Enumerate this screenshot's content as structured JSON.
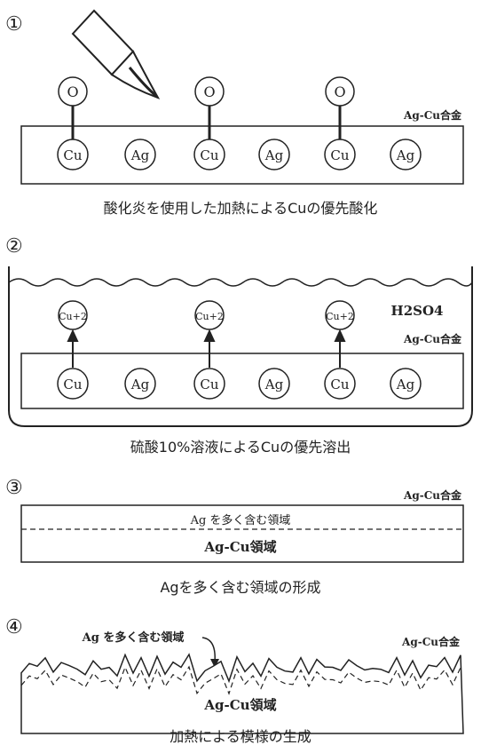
{
  "step1": {
    "number": "①",
    "alloy_label": "Ag-Cu合金",
    "oxygen": "O",
    "atoms": [
      "Cu",
      "Ag",
      "Cu",
      "Ag",
      "Cu",
      "Ag"
    ],
    "caption": "酸化炎を使用した加熱によるCuの優先酸化"
  },
  "step2": {
    "number": "②",
    "acid_label": "H2SO4",
    "alloy_label": "Ag-Cu合金",
    "ion": "Cu+2",
    "atoms": [
      "Cu",
      "Ag",
      "Cu",
      "Ag",
      "Cu",
      "Ag"
    ],
    "caption": "硫酸10%溶液によるCuの優先溶出"
  },
  "step3": {
    "number": "③",
    "alloy_label": "Ag-Cu合金",
    "ag_rich_label": "Ag を多く含む領域",
    "agcu_region": "Ag-Cu領域",
    "caption": "Agを多く含む領域の形成"
  },
  "step4": {
    "number": "④",
    "ag_rich_label": "Ag を多く含む領域",
    "alloy_label": "Ag-Cu合金",
    "agcu_region": "Ag-Cu領域",
    "caption": "加熱による模様の生成"
  }
}
